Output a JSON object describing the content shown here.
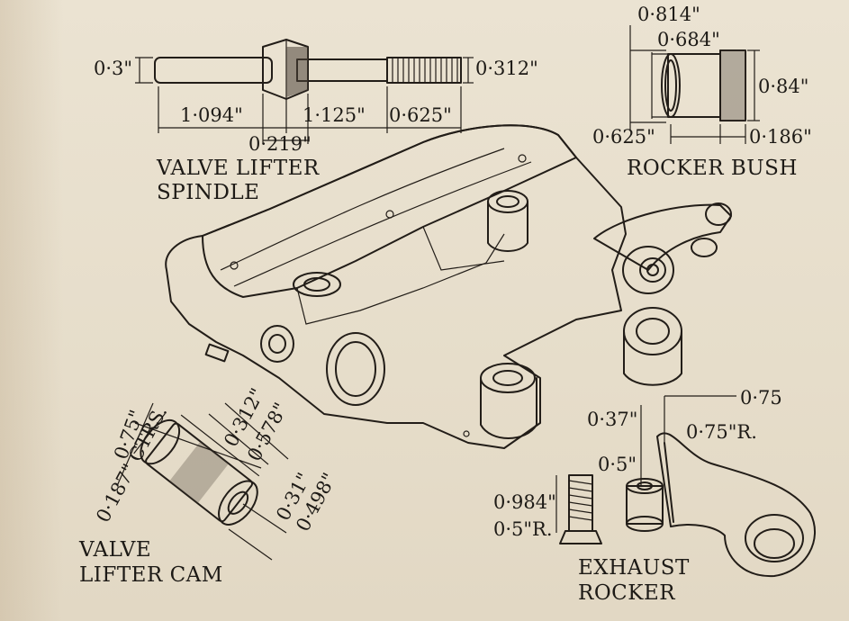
{
  "parts": {
    "spindle": {
      "name_line1": "VALVE LIFTER",
      "name_line2": "SPINDLE",
      "dim_left_dia": "0·3\"",
      "dim_thread_dia": "0·312\"",
      "dim_len_a": "1·094\"",
      "dim_len_b": "1·125\"",
      "dim_len_c": "0·625\"",
      "dim_hex": "0·219\""
    },
    "rocker_bush": {
      "name": "ROCKER BUSH",
      "dim_outer": "0·814\"",
      "dim_inner": "0·684\"",
      "dim_length": "0·84\"",
      "dim_body": "0·625\"",
      "dim_flange": "0·186\""
    },
    "cam": {
      "name_line1": "VALVE",
      "name_line2": "LIFTER  CAM",
      "dim_075": "0·75\"",
      "dim_0187_ctrs": "0·187\" CTRS.",
      "dim_0312": "0·312\"",
      "dim_0578": "0·578\"",
      "dim_031": "0·31\"",
      "dim_0498": "0·498\""
    },
    "exhaust_rocker": {
      "name_line1": "EXHAUST",
      "name_line2": "ROCKER",
      "dim_037": "0·37\"",
      "dim_075_top": "0·75",
      "dim_075r": "0·75\"R.",
      "dim_05": "0·5\"",
      "dim_0984": "0·984\"",
      "dim_05r": "0·5\"R."
    }
  }
}
